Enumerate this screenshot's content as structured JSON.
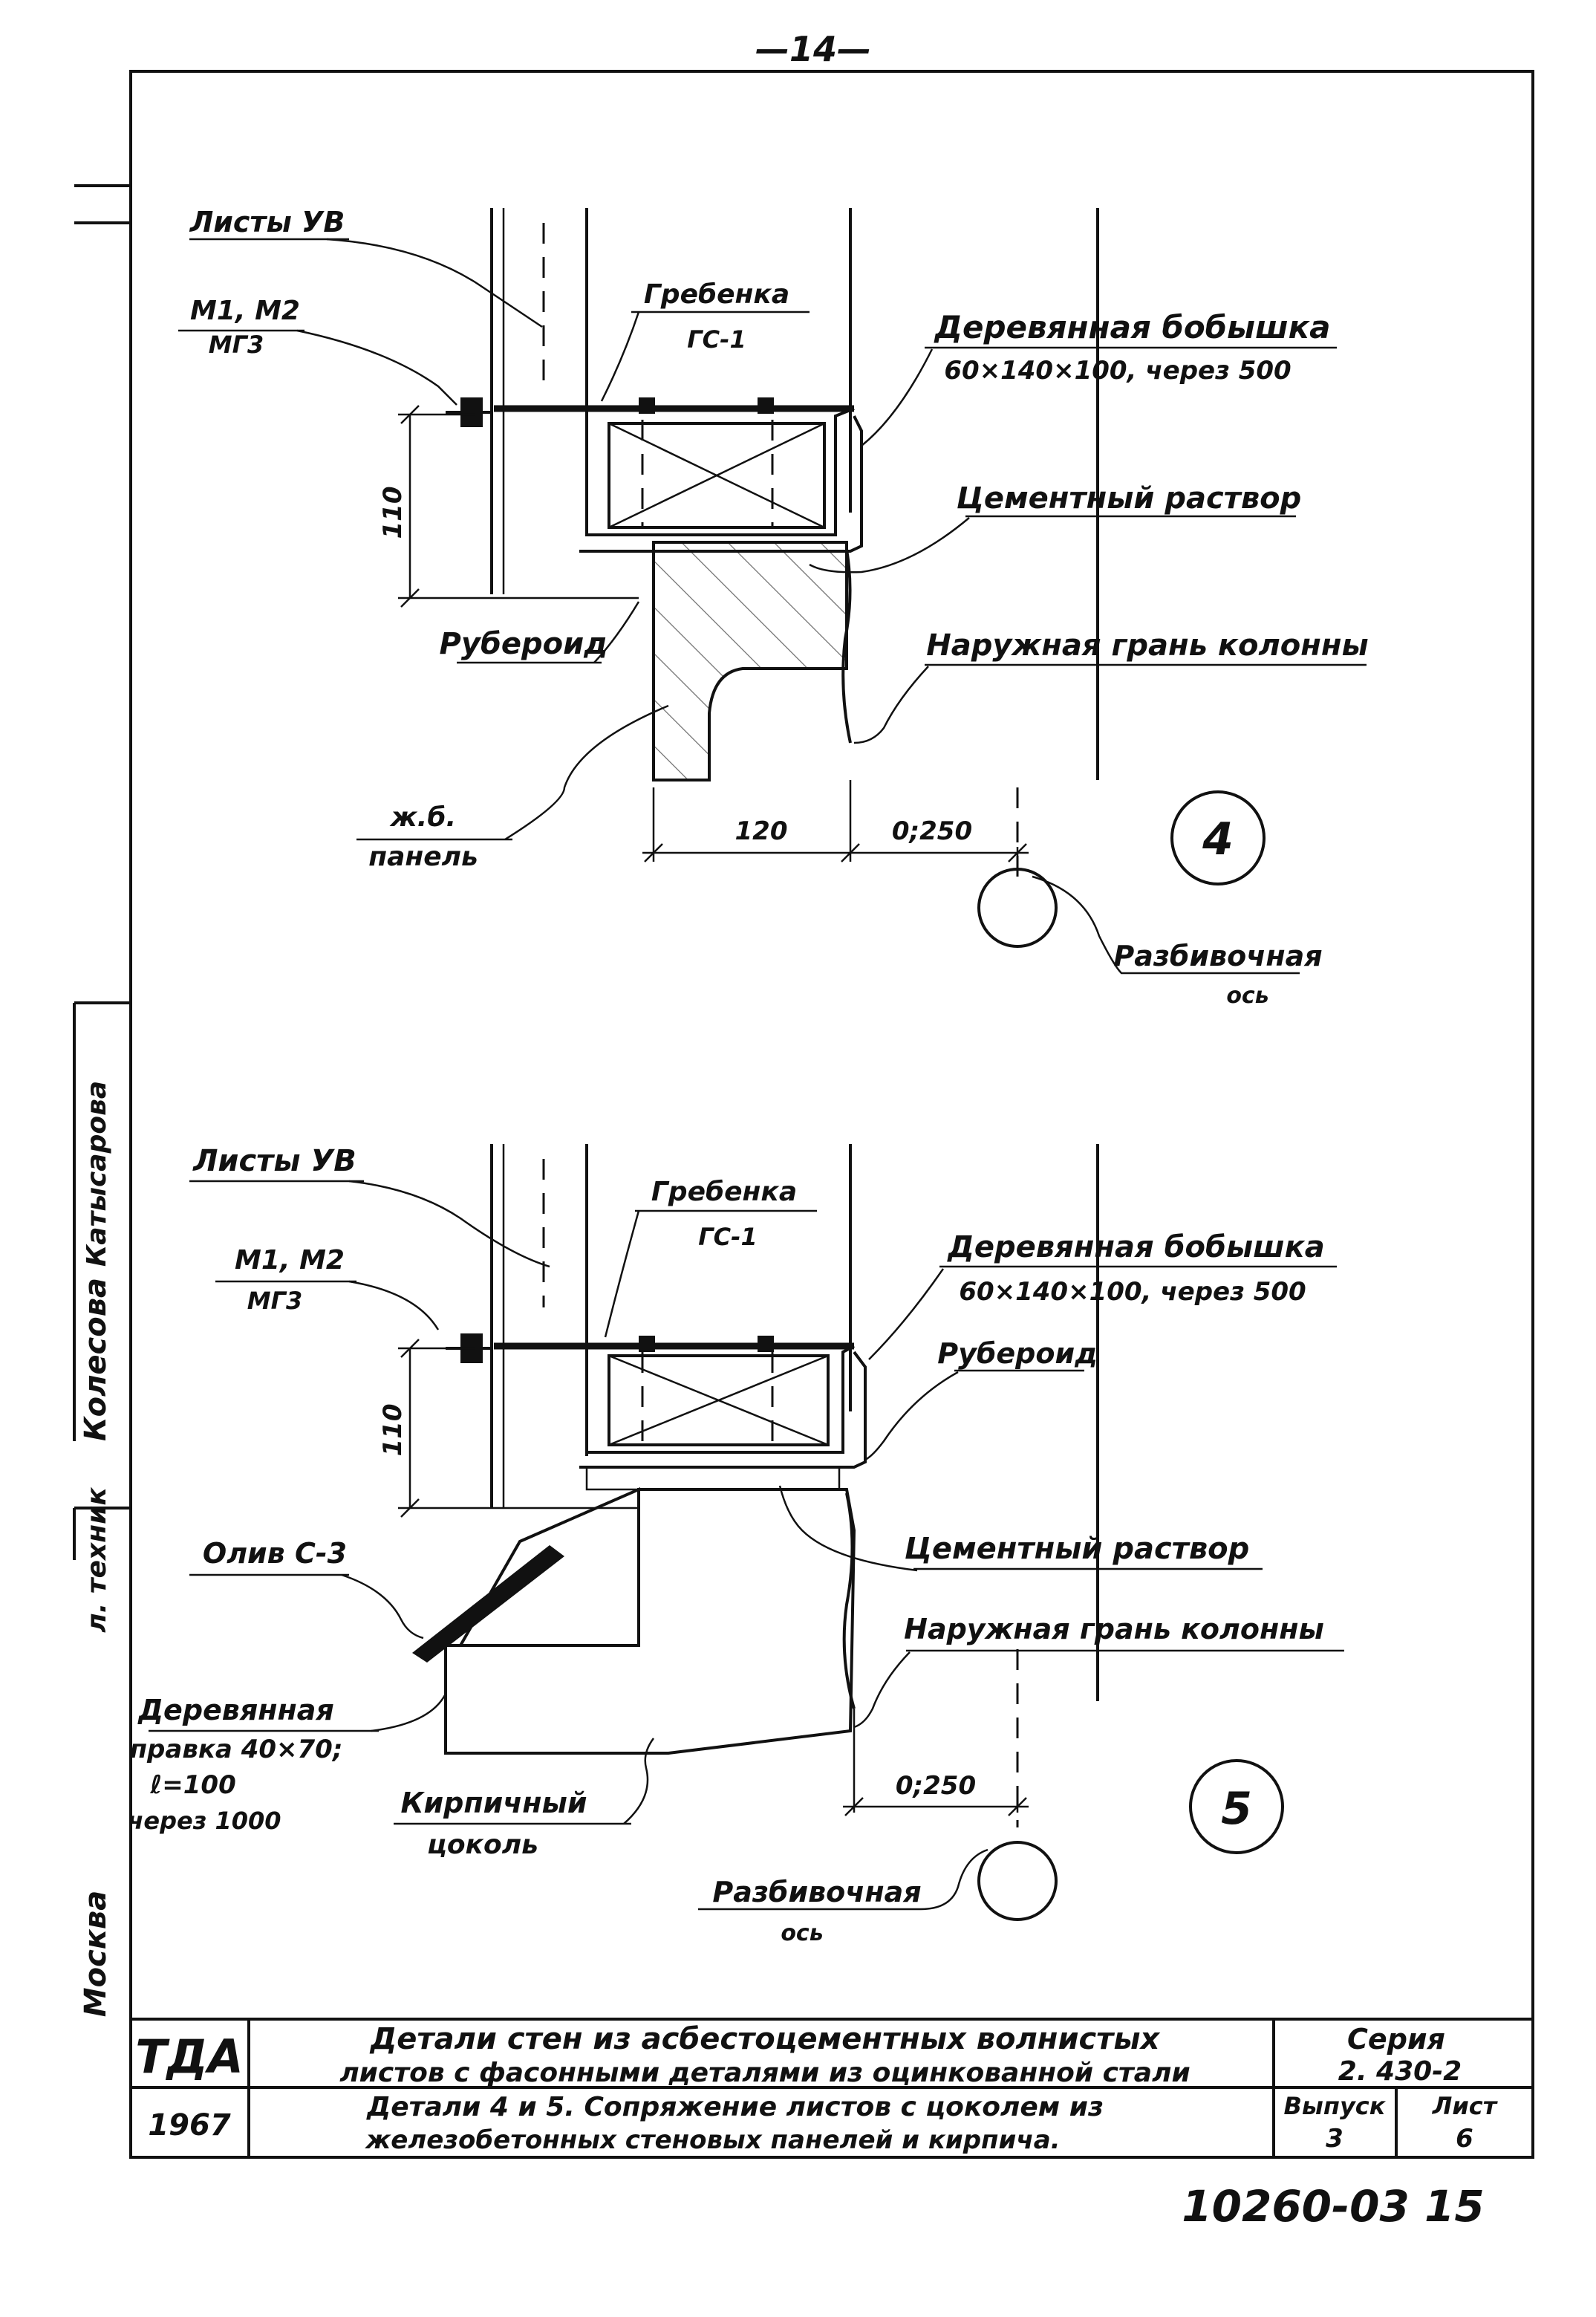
{
  "page_number": "—14—",
  "margin": {
    "city": "Москва",
    "role": "л. техник",
    "signature": "Колесова",
    "name": "Катысарова"
  },
  "detail_4": {
    "sheets_label": "Листы УВ",
    "fasteners_label": "М1, М2",
    "fasteners_sub": "МГ3",
    "comb_label": "Гребенка",
    "comb_sub": "ГС-1",
    "block_label": "Деревянная бобышка",
    "block_dims": "60×140×100, через 500",
    "mortar_label": "Цементный раствор",
    "roofing_label": "Рубероид",
    "column_face_label": "Наружная грань колонны",
    "panel_label": "ж.б.",
    "panel_sub": "панель",
    "dim_height": "110",
    "dim_width": "120",
    "dim_offset": "0;250",
    "axis_label": "Разбивочная",
    "axis_sub": "ось",
    "detail_number": "4"
  },
  "detail_5": {
    "sheets_label": "Листы УВ",
    "fasteners_label": "М1, М2",
    "fasteners_sub": "МГ3",
    "comb_label": "Гребенка",
    "comb_sub": "ГС-1",
    "block_label": "Деревянная бобышка",
    "block_dims": "60×140×100, через 500",
    "roofing_label": "Рубероид",
    "mortar_label": "Цементный раствор",
    "drip_label": "Олив С-3",
    "column_face_label": "Наружная грань колонны",
    "wood_strip_l1": "Деревянная",
    "wood_strip_l2": "правка 40×70;",
    "wood_strip_l3": "ℓ=100",
    "wood_strip_l4": "через 1000",
    "plinth_label": "Кирпичный",
    "plinth_sub": "цоколь",
    "dim_height": "110",
    "dim_offset": "0;250",
    "axis_label": "Разбивочная",
    "axis_sub": "ось",
    "detail_number": "5"
  },
  "title_block": {
    "org": "ТДА",
    "year": "1967",
    "title_line1": "Детали стен из асбестоцементных волнистых",
    "title_line2": "листов с фасонными деталями из оцинкованной стали",
    "subtitle_line1": "Детали 4 и 5. Сопряжение листов с цоколем из",
    "subtitle_line2": "железобетонных стеновых панелей и кирпича.",
    "series_label": "Серия",
    "series_value": "2. 430-2",
    "issue_label": "Выпуск",
    "issue_value": "3",
    "sheet_label": "Лист",
    "sheet_value": "6"
  },
  "stamp_number": "10260-03 15"
}
